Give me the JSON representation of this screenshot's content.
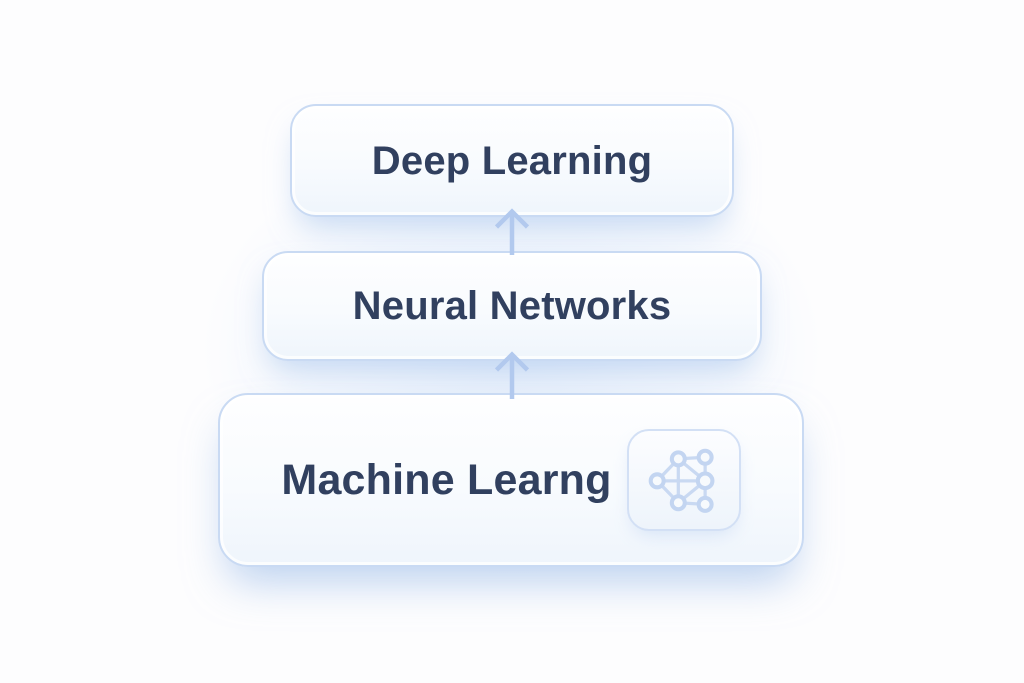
{
  "diagram": {
    "type": "stacked-concept-flow",
    "direction": "bottom-up",
    "nodes": [
      {
        "id": "deep-learning",
        "label": "Deep Learning"
      },
      {
        "id": "neural-networks",
        "label": "Neural Networks"
      },
      {
        "id": "machine-learning",
        "label": "Machine Learng",
        "icon": "network-graph-icon"
      }
    ],
    "edges": [
      {
        "from": "machine-learning",
        "to": "neural-networks",
        "style": "arrow-up"
      },
      {
        "from": "neural-networks",
        "to": "deep-learning",
        "style": "arrow-up"
      }
    ]
  },
  "colors": {
    "page_background": "#fdfdfe",
    "center_glow": "#e6effb",
    "card_border": "#c9daf3",
    "card_fill_top": "#fefeff",
    "card_fill_bottom": "#eff5fc",
    "label_text": "#31405f",
    "arrow": "#b2c9ee",
    "icon_card_border": "#d3e0f5",
    "icon_stroke": "#c3d5f1"
  }
}
